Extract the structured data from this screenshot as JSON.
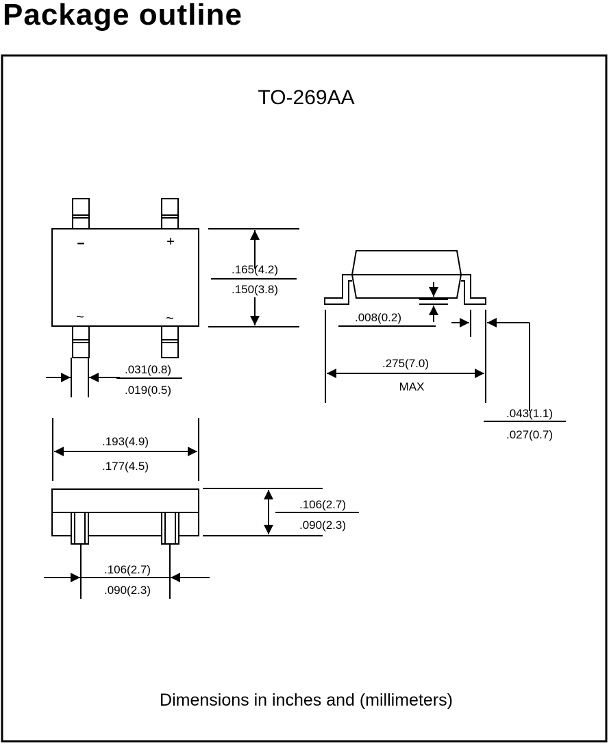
{
  "heading": "Package outline",
  "package_name": "TO-269AA",
  "footer_note": "Dimensions in inches and (millimeters)",
  "polarity": {
    "minus": "–",
    "plus": "+",
    "ac_left": "~",
    "ac_right": "~"
  },
  "dimensions": {
    "body_height": {
      "max": ".165(4.2)",
      "min": ".150(3.8)"
    },
    "lead_width": {
      "max": ".031(0.8)",
      "min": ".019(0.5)"
    },
    "body_width": {
      "max": ".193(4.9)",
      "min": ".177(4.5)"
    },
    "side_height": {
      "max": ".106(2.7)",
      "min": ".090(2.3)"
    },
    "lead_pitch": {
      "max": ".106(2.7)",
      "min": ".090(2.3)"
    },
    "lead_thickness": {
      "value": ".008(0.2)"
    },
    "overall_length": {
      "value": ".275(7.0)",
      "note": "MAX"
    },
    "lead_foot": {
      "max": ".043(1.1)",
      "min": ".027(0.7)"
    }
  }
}
